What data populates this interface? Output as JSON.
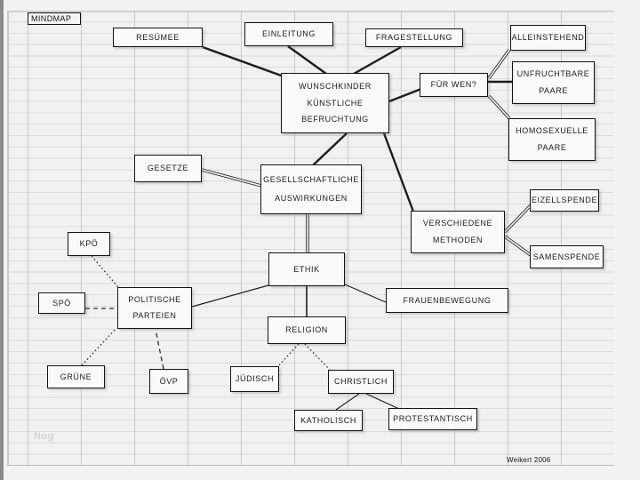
{
  "title": {
    "label": "MINDMAP"
  },
  "credit": {
    "label": "Weikert 2006"
  },
  "watermark": {
    "label": "Nog"
  },
  "colors": {
    "background": "#f1f1f1",
    "grid_line": "#c9c9c9",
    "node_fill": "#fafafa",
    "node_border": "#141414",
    "text": "#1a1a1a"
  },
  "nodes": {
    "resumee": {
      "label": "RESÜMEE"
    },
    "einleitung": {
      "label": "EINLEITUNG"
    },
    "fragestellung": {
      "label": "FRAGESTELLUNG"
    },
    "alleinstehend": {
      "label": "ALLEINSTEHEND"
    },
    "fuer_wen": {
      "label": "FÜR WEN?"
    },
    "unfruchtbare_paare": {
      "lines": [
        "UNFRUCHTBARE",
        "PAARE"
      ]
    },
    "homosexuelle_paare": {
      "lines": [
        "HOMOSEXUELLE",
        "PAARE"
      ]
    },
    "wunschkinder": {
      "lines": [
        "WUNSCHKINDER",
        "KÜNSTLICHE",
        "BEFRUCHTUNG"
      ]
    },
    "gesetze": {
      "label": "GESETZE"
    },
    "gesellschaftliche_auswirkungen": {
      "lines": [
        "GESELLSCHAFTLICHE",
        "AUSWIRKUNGEN"
      ]
    },
    "eizellspende": {
      "label": "EIZELLSPENDE"
    },
    "verschiedene_methoden": {
      "lines": [
        "VERSCHIEDENE",
        "METHODEN"
      ]
    },
    "samenspende": {
      "label": "SAMENSPENDE"
    },
    "kpoe": {
      "label": "KPÖ"
    },
    "ethik": {
      "label": "ETHIK"
    },
    "spoe": {
      "label": "SPÖ"
    },
    "politische_parteien": {
      "lines": [
        "POLITISCHE",
        "PARTEIEN"
      ]
    },
    "frauenbewegung": {
      "label": "FRAUENBEWEGUNG"
    },
    "religion": {
      "label": "RELIGION"
    },
    "gruene": {
      "label": "GRÜNE"
    },
    "oevp": {
      "label": "ÖVP"
    },
    "juedisch": {
      "label": "JÜDISCH"
    },
    "christlich": {
      "label": "CHRISTLICH"
    },
    "katholisch": {
      "label": "KATHOLISCH"
    },
    "protestantisch": {
      "label": "PROTESTANTISCH"
    }
  }
}
